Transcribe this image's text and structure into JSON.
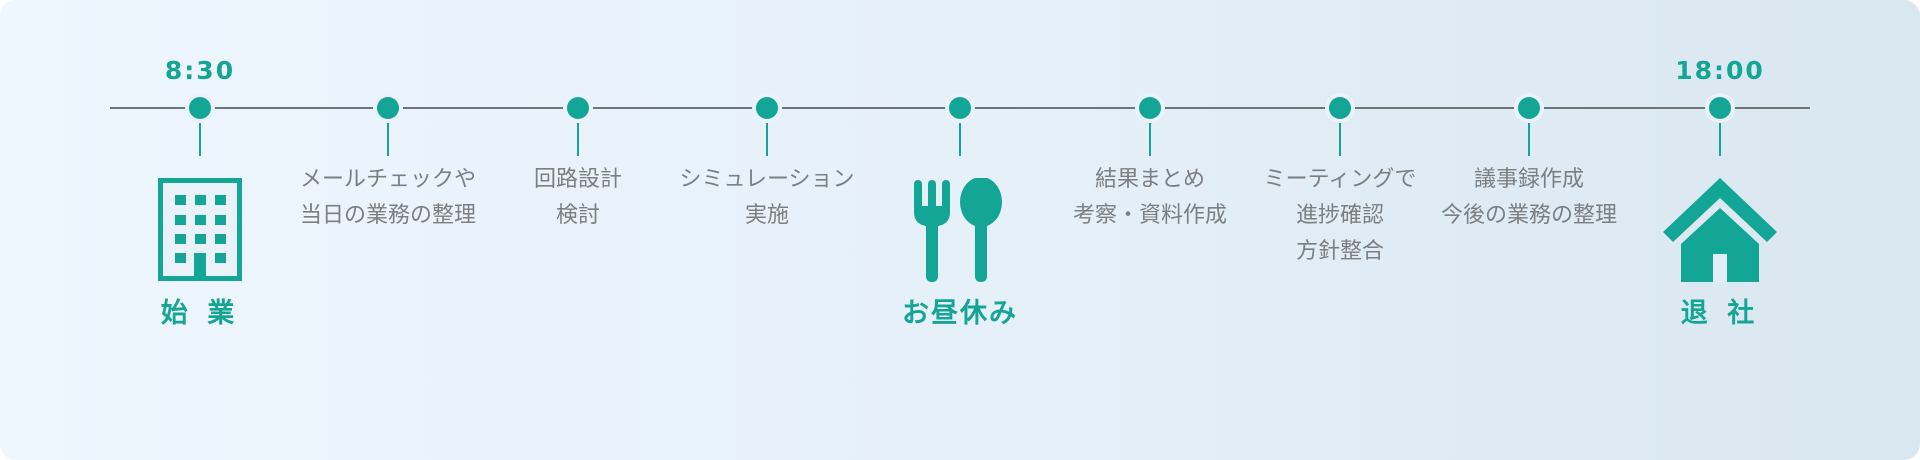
{
  "colors": {
    "accent": "#13a596",
    "line": "#6f7477",
    "text_muted": "#7b7f82",
    "background_start": "#eef6fe",
    "background_end": "#d9e7f1"
  },
  "timeline": {
    "start": {
      "time": "8:30",
      "label": "始 業",
      "icon": "office-building-icon"
    },
    "lunch": {
      "label": "お昼休み",
      "icon": "fork-and-spoon-icon"
    },
    "end": {
      "time": "18:00",
      "label": "退 社",
      "icon": "house-icon"
    },
    "activities": [
      {
        "lines": [
          "メールチェックや",
          "当日の業務の整理"
        ]
      },
      {
        "lines": [
          "回路設計",
          "検討"
        ]
      },
      {
        "lines": [
          "シミュレーション",
          "実施"
        ]
      },
      {
        "lines": [
          "結果まとめ",
          "考察・資料作成"
        ]
      },
      {
        "lines": [
          "ミーティングで",
          "進捗確認",
          "方針整合"
        ]
      },
      {
        "lines": [
          "議事録作成",
          "今後の業務の整理"
        ]
      }
    ]
  }
}
